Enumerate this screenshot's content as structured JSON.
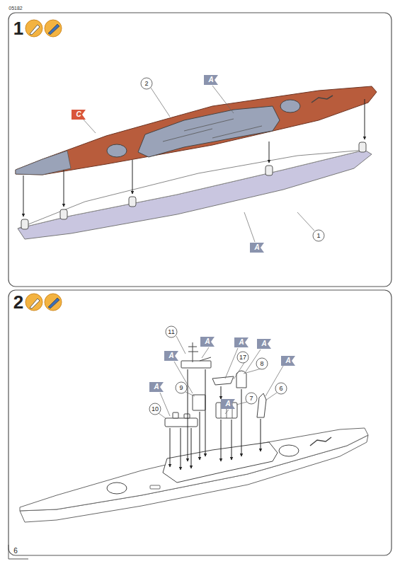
{
  "diagram": {
    "labels": [
      "05182",
      "1",
      "2",
      "A",
      "C",
      "1",
      "A",
      "2",
      "11",
      "A",
      "A",
      "A",
      "A",
      "17",
      "8",
      "A",
      "9",
      "10",
      "A",
      "A",
      "7",
      "6",
      "6"
    ]
  }
}
